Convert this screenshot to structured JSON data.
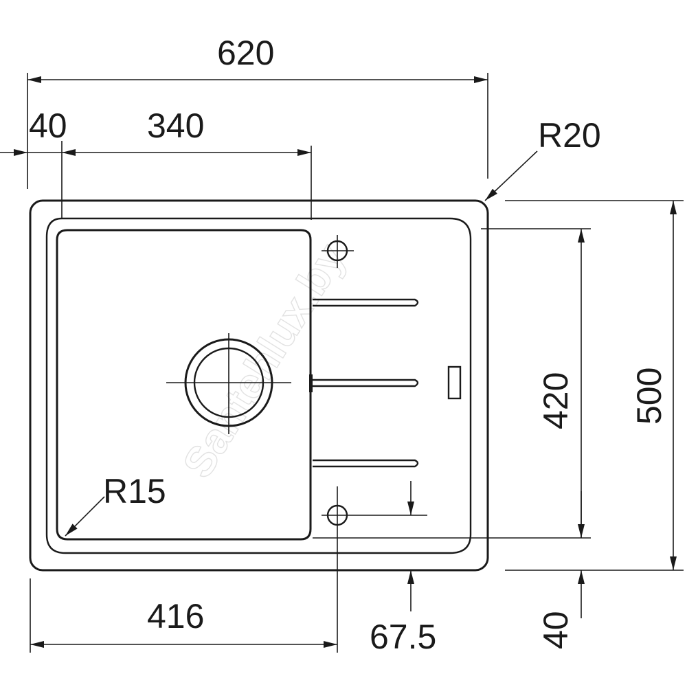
{
  "dimensions": {
    "total_width": "620",
    "left_offset": "40",
    "bowl_width": "340",
    "corner_radius_outer": "R20",
    "corner_radius_bowl": "R15",
    "bowl_height": "420",
    "total_height": "500",
    "front_offset": "40",
    "tap_hole_offset": "67.5",
    "tap_hole_position": "416"
  },
  "watermark": "Santehlux.by"
}
